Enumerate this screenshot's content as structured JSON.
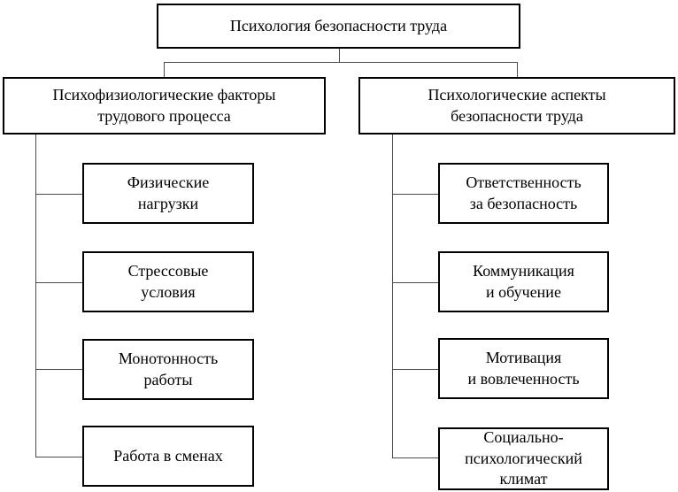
{
  "diagram": {
    "title": "Психология безопасности труда",
    "colors": {
      "background": "#ffffff",
      "box_border": "#000000",
      "connector_line": "#4a4a4a",
      "text": "#000000"
    },
    "root": {
      "label": "Психология безопасности труда"
    },
    "branches": [
      {
        "title": "Психофизиологические факторы\nтрудового процесса",
        "children": [
          {
            "label": "Физические\nнагрузки"
          },
          {
            "label": "Стрессовые\nусловия"
          },
          {
            "label": "Монотонность\nработы"
          },
          {
            "label": "Работа в сменах"
          }
        ]
      },
      {
        "title": "Психологические аспекты\nбезопасности труда",
        "children": [
          {
            "label": "Ответственность\nза безопасность"
          },
          {
            "label": "Коммуникация\nи обучение"
          },
          {
            "label": "Мотивация\nи вовлеченность"
          },
          {
            "label": "Социально-\nпсихологический\nклимат"
          }
        ]
      }
    ]
  }
}
